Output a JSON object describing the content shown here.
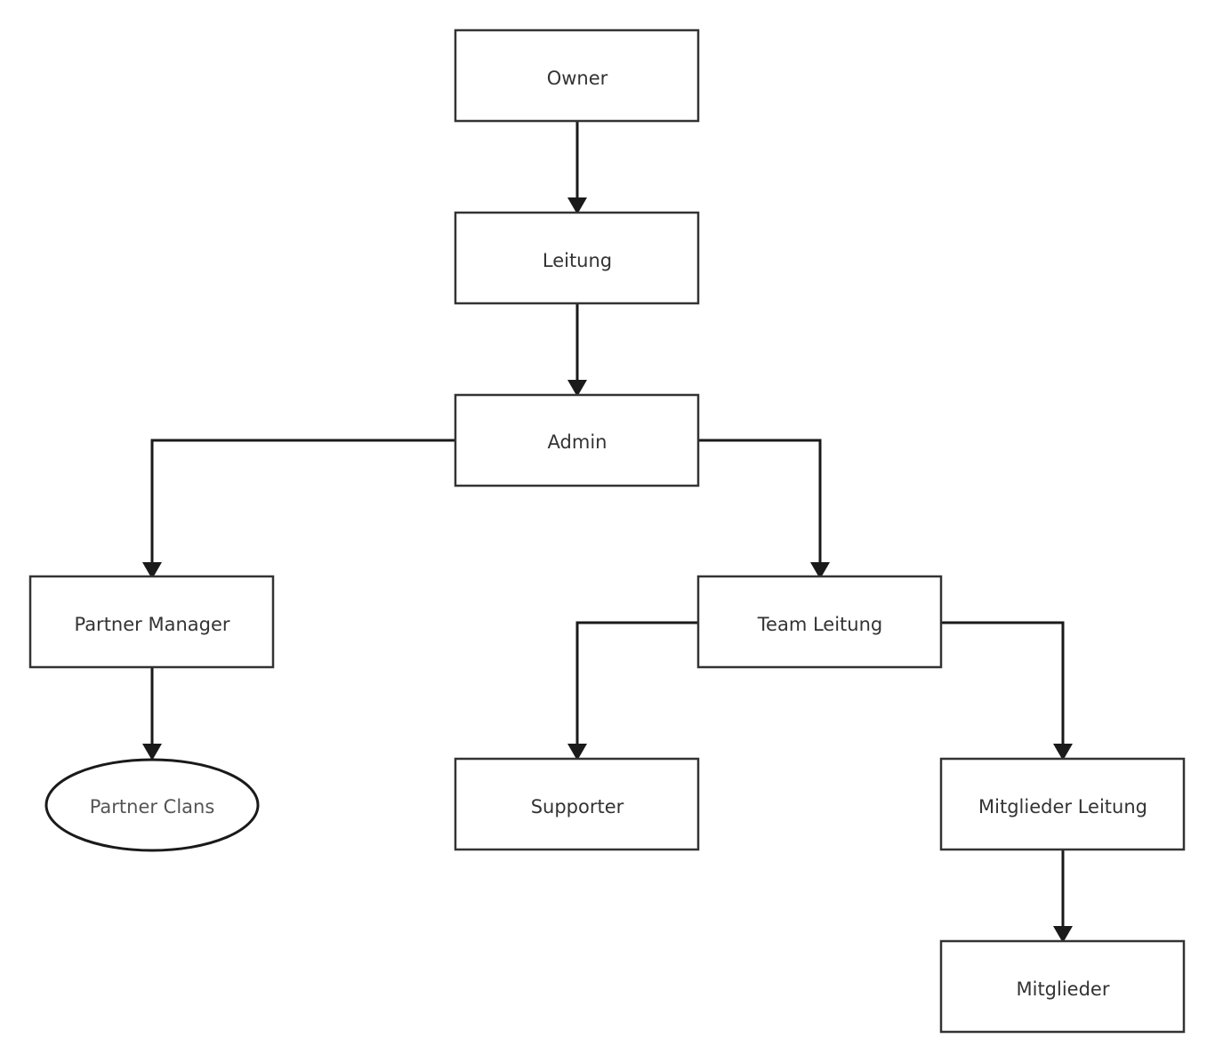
{
  "diagram": {
    "nodes": {
      "owner": {
        "label": "Owner"
      },
      "leitung": {
        "label": "Leitung"
      },
      "admin": {
        "label": "Admin"
      },
      "partner_manager": {
        "label": "Partner Manager"
      },
      "team_leitung": {
        "label": "Team Leitung"
      },
      "partner_clans": {
        "label": "Partner Clans"
      },
      "supporter": {
        "label": "Supporter"
      },
      "mitglieder_leitung": {
        "label": "Mitglieder Leitung"
      },
      "mitglieder": {
        "label": "Mitglieder"
      }
    },
    "edges": [
      {
        "from": "Owner",
        "to": "Leitung"
      },
      {
        "from": "Leitung",
        "to": "Admin"
      },
      {
        "from": "Admin",
        "to": "Partner Manager"
      },
      {
        "from": "Admin",
        "to": "Team Leitung"
      },
      {
        "from": "Partner Manager",
        "to": "Partner Clans"
      },
      {
        "from": "Team Leitung",
        "to": "Supporter"
      },
      {
        "from": "Team Leitung",
        "to": "Mitglieder Leitung"
      },
      {
        "from": "Mitglieder Leitung",
        "to": "Mitglieder"
      }
    ],
    "colors": {
      "stroke": "#1a1a1a",
      "text": "#333333",
      "background": "#ffffff"
    }
  }
}
